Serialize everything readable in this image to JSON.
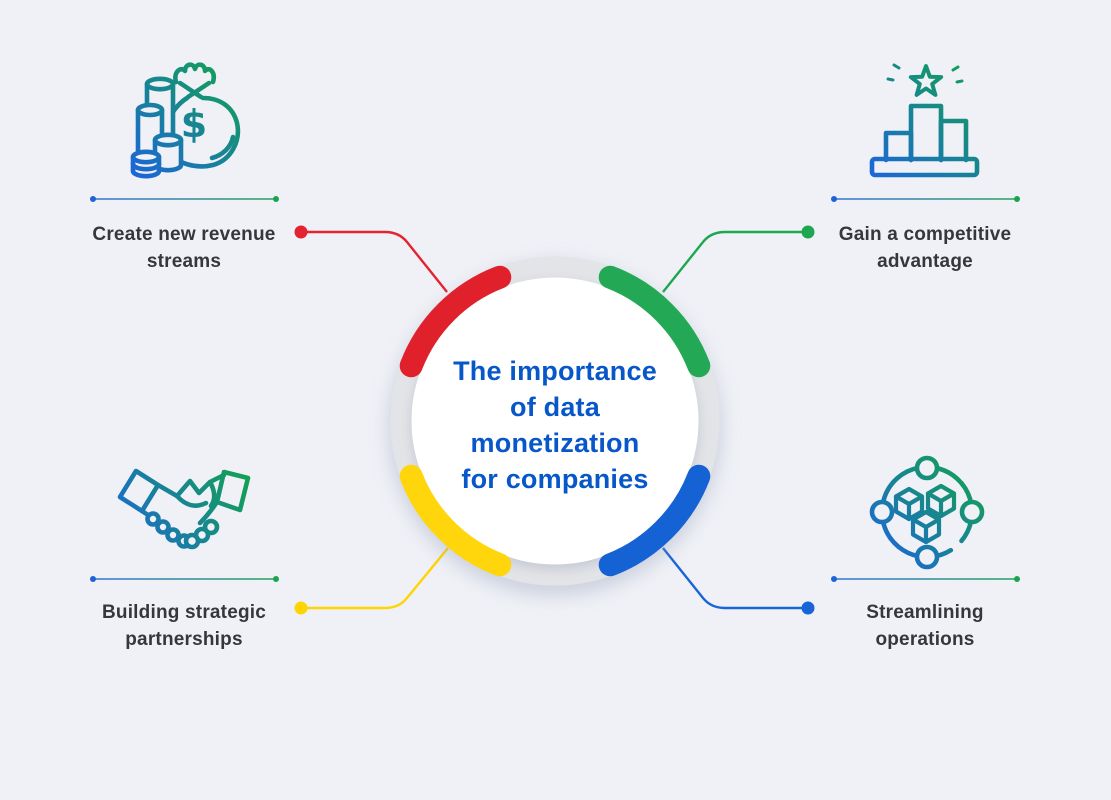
{
  "canvas": {
    "background": "#eff1f6"
  },
  "center": {
    "title_lines": [
      "The importance",
      "of data",
      "monetization",
      "for companies"
    ],
    "title_color": "#0857c9",
    "ring_color": "#e3e4e7",
    "inner_color": "#ffffff",
    "arc_colors": {
      "red": "#e0202a",
      "green": "#23a956",
      "yellow": "#ffd60b",
      "blue": "#1562d4"
    }
  },
  "items": [
    {
      "position": "top-left",
      "icon": "money-bag-coins-icon",
      "label_lines": [
        "Create new revenue",
        "streams"
      ],
      "accent_color": "#e0202a"
    },
    {
      "position": "top-right",
      "icon": "podium-star-icon",
      "label_lines": [
        "Gain a competitive",
        "advantage"
      ],
      "accent_color": "#23a956"
    },
    {
      "position": "bottom-left",
      "icon": "handshake-icon",
      "label_lines": [
        "Building strategic",
        "partnerships"
      ],
      "accent_color": "#ffd400"
    },
    {
      "position": "bottom-right",
      "icon": "orbit-cubes-icon",
      "label_lines": [
        "Streamlining",
        "operations"
      ],
      "accent_color": "#1562d4"
    }
  ],
  "icon_gradient": {
    "from": "#1c66d8",
    "to": "#13a34e"
  },
  "divider": {
    "left_dot_color": "#1e63d6",
    "right_dot_color": "#1ca352"
  },
  "label_color": "#36373b"
}
